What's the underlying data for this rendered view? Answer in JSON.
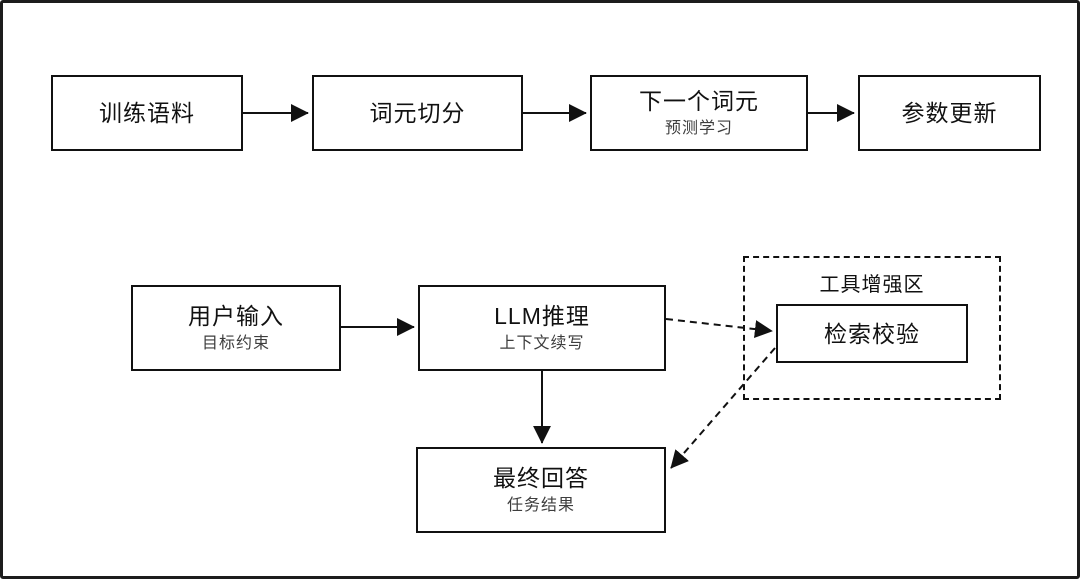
{
  "nodes": {
    "train_corpus": {
      "title": "训练语料"
    },
    "tokenize": {
      "title": "词元切分"
    },
    "next_token": {
      "title": "下一个词元",
      "subtitle": "预测学习"
    },
    "param_update": {
      "title": "参数更新"
    },
    "user_input": {
      "title": "用户输入",
      "subtitle": "目标约束"
    },
    "llm_inference": {
      "title": "LLM推理",
      "subtitle": "上下文续写"
    },
    "final_answer": {
      "title": "最终回答",
      "subtitle": "任务结果"
    },
    "retrieval_check": {
      "title": "检索校验"
    }
  },
  "tool_zone": {
    "label": "工具增强区"
  },
  "edges": [
    {
      "from": "train_corpus",
      "to": "tokenize",
      "style": "solid"
    },
    {
      "from": "tokenize",
      "to": "next_token",
      "style": "solid"
    },
    {
      "from": "next_token",
      "to": "param_update",
      "style": "solid"
    },
    {
      "from": "user_input",
      "to": "llm_inference",
      "style": "solid"
    },
    {
      "from": "llm_inference",
      "to": "final_answer",
      "style": "solid"
    },
    {
      "from": "llm_inference",
      "to": "retrieval_check",
      "style": "dashed"
    },
    {
      "from": "retrieval_check",
      "to": "final_answer",
      "style": "dashed"
    }
  ],
  "colors": {
    "line": "#111111",
    "box_border": "#111111",
    "title_text": "#111111",
    "subtitle_text": "#3d3d3d",
    "background": "#ffffff"
  }
}
